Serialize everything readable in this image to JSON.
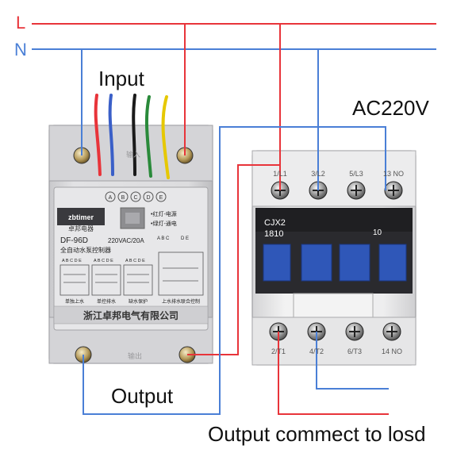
{
  "colors": {
    "live_wire": "#e8343a",
    "neutral_wire": "#4a7fd6",
    "device_body": "#d9d9dc",
    "contactor_body": "#e9e9ea",
    "contactor_dark": "#1d1d20",
    "contactor_blue": "#2f57b8",
    "wire_green": "#2a8a3a",
    "wire_yellow": "#e6c800",
    "wire_black": "#1a1a1a"
  },
  "rails": {
    "live_label": "L",
    "neutral_label": "N"
  },
  "labels": {
    "input": "Input",
    "ac_voltage": "AC220V",
    "output": "Output",
    "output_load": "Output commect to losd"
  },
  "controller": {
    "brand": "zbtimer",
    "brand_cn": "卓邦电器",
    "model": "DF-96D",
    "rating": "220VAC/20A",
    "subtitle_cn": "全自动水泵控制器",
    "terminals": [
      "A",
      "B",
      "C",
      "D",
      "E"
    ],
    "legend_red": "•红灯-电源",
    "legend_green": "•绿灯-通电",
    "abc_label": "A B C",
    "de_label": "D E",
    "diagram_captions": [
      "单独上水",
      "单控排水",
      "缺水保护",
      "上水排水联合控制"
    ],
    "diagram_letters": [
      "A B C D E",
      "A B C D E",
      "A B C D E"
    ],
    "manufacturer_cn": "浙江卓邦电气有限公司",
    "top_mark": "输入",
    "bottom_mark": "输出"
  },
  "contactor": {
    "model_line1": "CJX2",
    "model_line2": "1810",
    "rating": "10",
    "top_terminals": [
      "1/L1",
      "3/L2",
      "5/L3",
      "13 NO"
    ],
    "bottom_terminals": [
      "2/T1",
      "4/T2",
      "6/T3",
      "14 NO"
    ]
  }
}
